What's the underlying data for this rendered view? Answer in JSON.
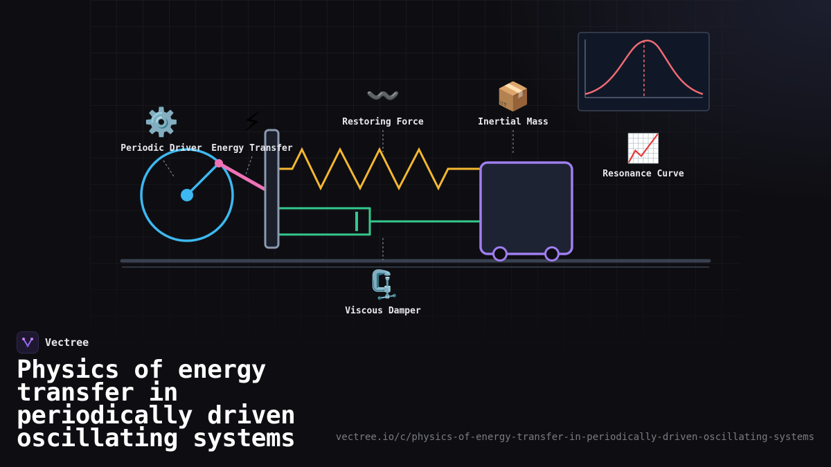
{
  "diagram": {
    "labels": {
      "periodic_driver": "Periodic Driver",
      "energy_transfer": "Energy Transfer",
      "restoring_force": "Restoring Force",
      "inertial_mass": "Inertial Mass",
      "viscous_damper": "Viscous Damper",
      "resonance_curve": "Resonance Curve"
    },
    "icons": {
      "periodic_driver": "⚙️",
      "energy_transfer": "⚡",
      "restoring_force": "〰️",
      "inertial_mass": "📦",
      "viscous_damper": "🗜️",
      "resonance_curve": "📈"
    },
    "colors": {
      "driver_wheel": "#3db8f0",
      "connecting_rod": "#f072b6",
      "spring": "#f5b731",
      "damper": "#34c98e",
      "mass": "#a07ef0",
      "mass_fill": "#1d2333",
      "piston": "#8d9ab0",
      "track": "#3a4150",
      "curve": "#ef6b73",
      "curve_box_fill": "#101828",
      "curve_box_border": "#3b4456"
    }
  },
  "brand": {
    "name": "Vectree"
  },
  "title": "Physics of energy transfer in periodically driven oscillating systems",
  "url": "vectree.io/c/physics-of-energy-transfer-in-periodically-driven-oscillating-systems"
}
